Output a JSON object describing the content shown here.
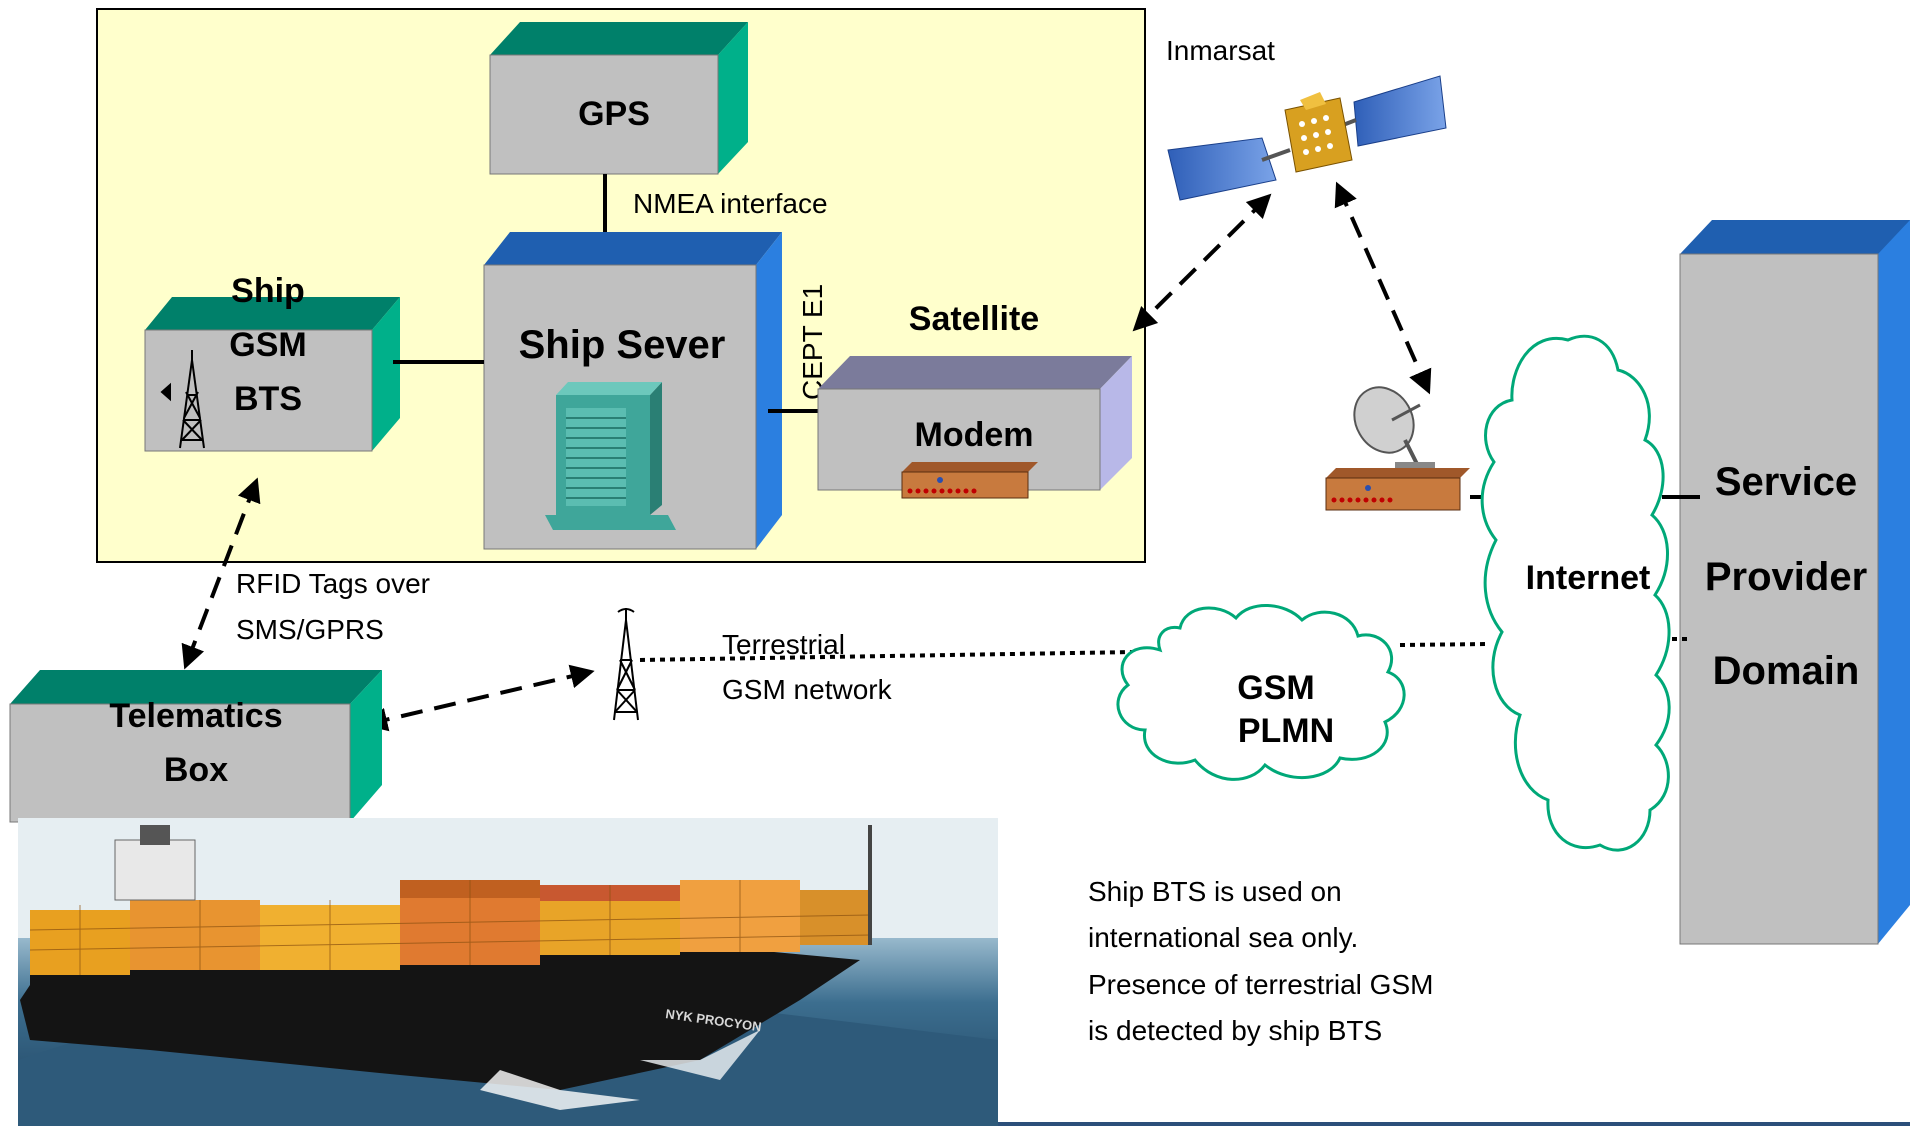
{
  "nodes": {
    "gps": "GPS",
    "ship_gsm_bts": [
      "Ship",
      "GSM",
      "BTS"
    ],
    "ship_server": "Ship Sever",
    "satellite_modem": [
      "Satellite",
      "Modem"
    ],
    "telematics_box": [
      "Telematics",
      "Box"
    ],
    "inmarsat": "Inmarsat",
    "internet": "Internet",
    "gsm_plmn": [
      "GSM",
      "PLMN"
    ],
    "service_provider": [
      "Service",
      "Provider",
      "Domain"
    ]
  },
  "links": {
    "nmea": "NMEA interface",
    "cept": "CEPT E1",
    "rfid": [
      "RFID Tags over",
      "SMS/GPRS"
    ],
    "terrestrial": [
      "Terrestrial",
      "GSM network"
    ]
  },
  "note": [
    "Ship BTS is used on",
    "international sea only.",
    "Presence of terrestrial GSM",
    "is detected by ship BTS"
  ],
  "ship_name": "NYK PROCYON",
  "colors": {
    "panel": "#ffffcc",
    "box_face": "#c0c0c0",
    "green_edge": "#00b08a",
    "blue_edge": "#2b7fe0",
    "lavender_edge": "#b8b8e8"
  }
}
